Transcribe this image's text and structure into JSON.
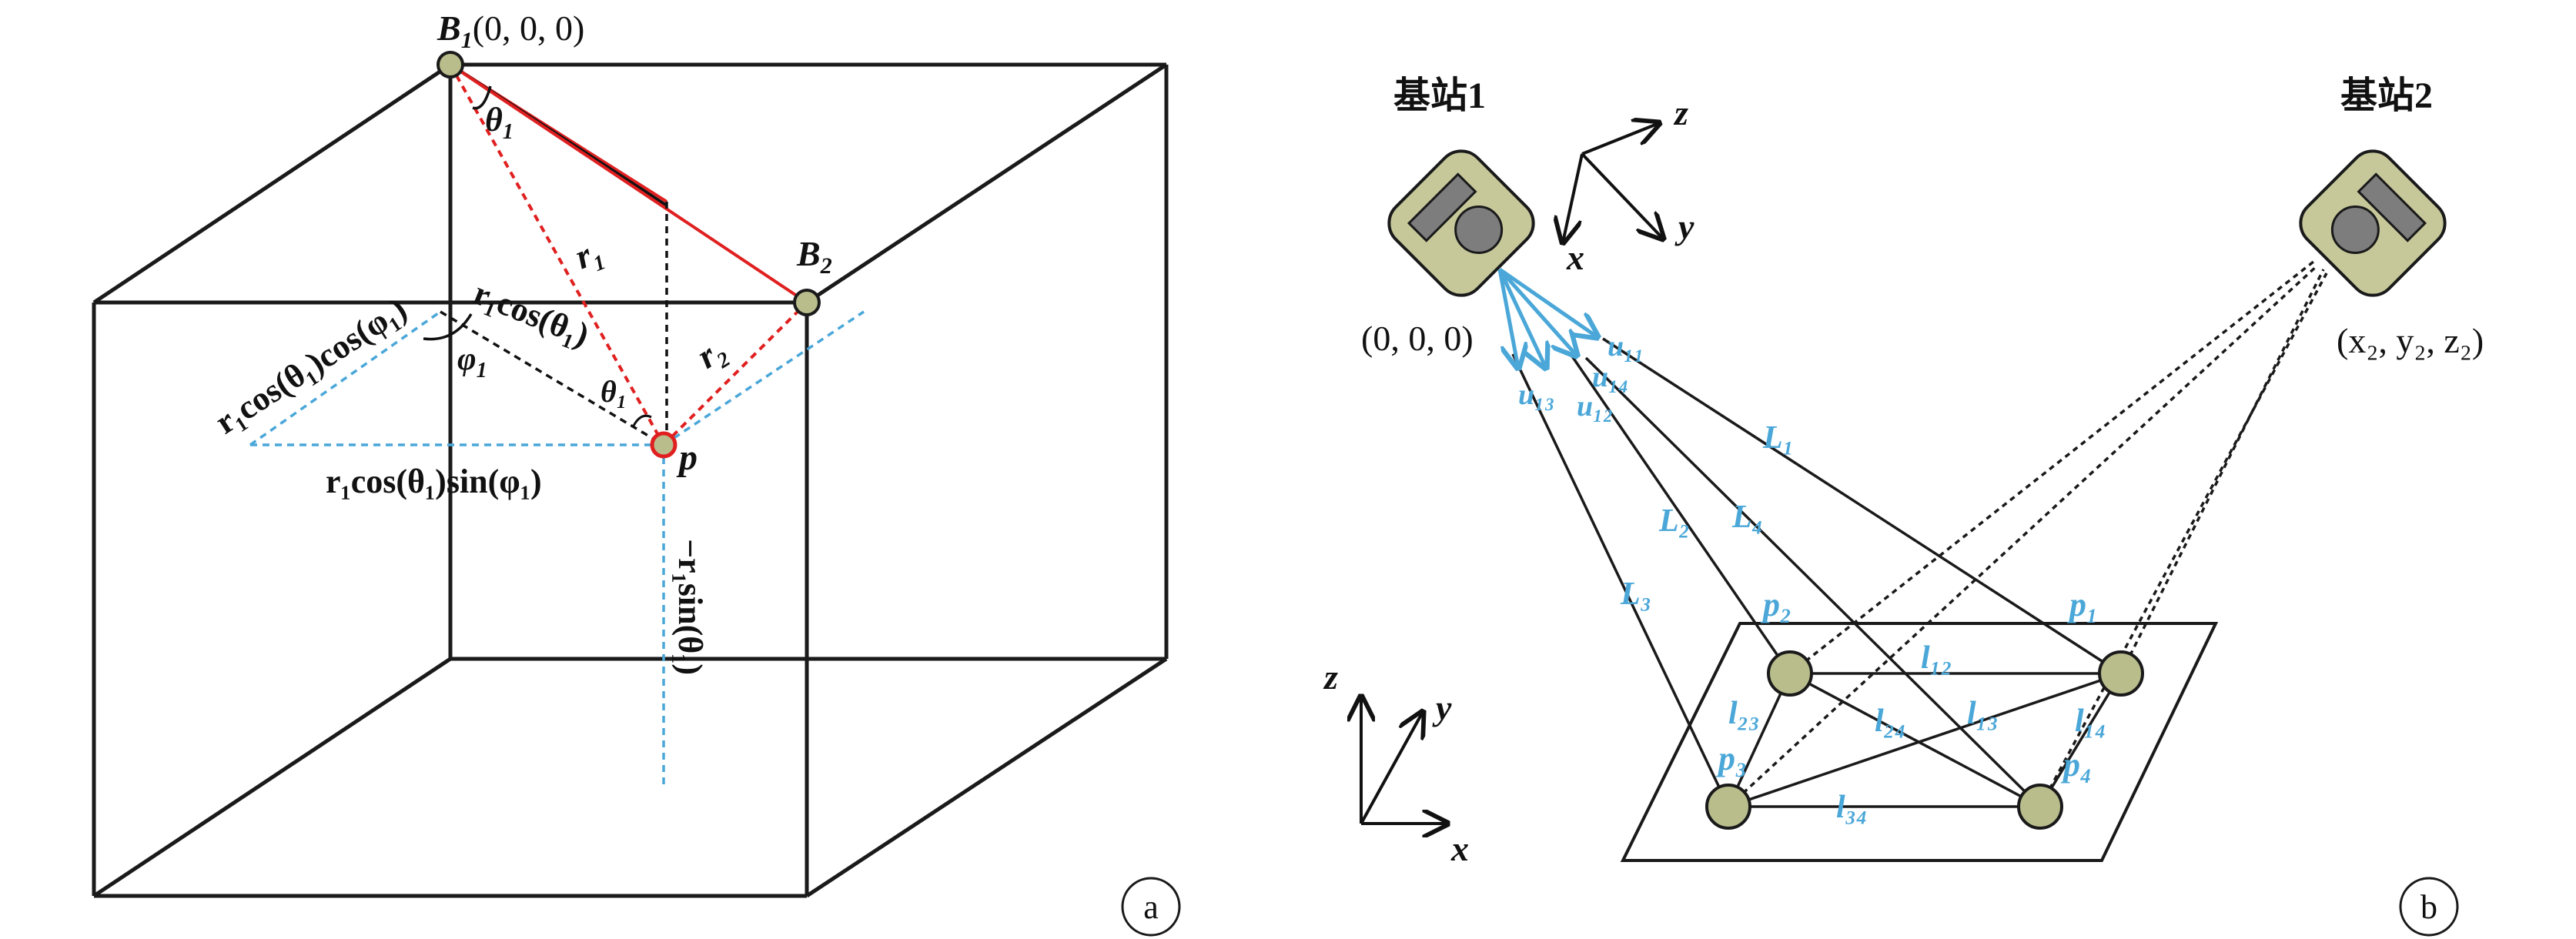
{
  "colors": {
    "line": "#1a1a1a",
    "red": "#e02020",
    "blue": "#4aa7d8",
    "node": "#b9bd8c",
    "device": "#c6c89a",
    "lens": "#7d7d7d"
  },
  "panel_a": {
    "badge": "a",
    "b1_name": "B",
    "b1_sub": "1",
    "b1_coord": "(0, 0, 0)",
    "b2_name": "B",
    "b2_sub": "2",
    "p_label": "p",
    "theta1": "θ",
    "theta1_sub": "1",
    "r1": "r",
    "r1_sub": "1",
    "r2": "r",
    "r2_sub": "2",
    "phi1": "φ",
    "phi1_sub": "1",
    "expr_cos_cos": "r₁cos(θ₁)cos(φ₁)",
    "expr_rcos": "r₁cos(θ₁)",
    "expr_cos_sin": "r₁cos(θ₁)sin(φ₁)",
    "expr_sin": "−r₁sin(θ₁)",
    "theta1_low": "θ₁"
  },
  "panel_b": {
    "badge": "b",
    "station1": "基站1",
    "station2": "基站2",
    "coord1": "(0, 0, 0)",
    "coord2": "(x₂, y₂, z₂)",
    "axes_top": {
      "x": "x",
      "y": "y",
      "z": "z"
    },
    "axes_bottom": {
      "x": "x",
      "y": "y",
      "z": "z"
    },
    "vec_labels": [
      "u₁₁",
      "u₁₄",
      "u₁₂",
      "u₁₃"
    ],
    "ray_labels": [
      "L₁",
      "L₂",
      "L₃",
      "L₄"
    ],
    "point_labels": [
      "p₁",
      "p₂",
      "p₃",
      "p₄"
    ],
    "edge_labels": [
      "l₁₂",
      "l₁₃",
      "l₁₄",
      "l₂₃",
      "l₂₄",
      "l₃₄"
    ]
  }
}
